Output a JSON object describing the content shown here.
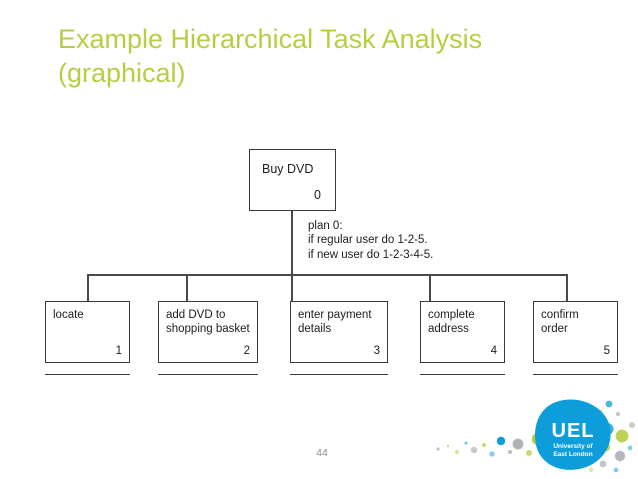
{
  "slide": {
    "title": "Example Hierarchical Task Analysis\n(graphical)",
    "title_color": "#b7ce42",
    "page_number": "44",
    "background": "#ffffff"
  },
  "diagram": {
    "type": "hierarchical-task-analysis",
    "root": {
      "label": "Buy DVD",
      "number": "0"
    },
    "plan": {
      "text": "plan 0:\nif regular user do 1-2-5.\nif new user do 1-2-3-4-5."
    },
    "subtasks": [
      {
        "label": "locate",
        "number": "1"
      },
      {
        "label": "add DVD to\nshopping basket",
        "number": "2"
      },
      {
        "label": "enter payment\ndetails",
        "number": "3"
      },
      {
        "label": "complete\naddress",
        "number": "4"
      },
      {
        "label": "confirm\norder",
        "number": "5"
      }
    ],
    "line_color": "#3a3a3a"
  },
  "logo": {
    "name": "uel-logo",
    "acronym": "UEL",
    "line1": "University of",
    "line2": "East London",
    "blob_color": "#0d9ddb",
    "dot_colors": [
      "#0d9ddb",
      "#b7ce42",
      "#9aa0a6"
    ]
  }
}
